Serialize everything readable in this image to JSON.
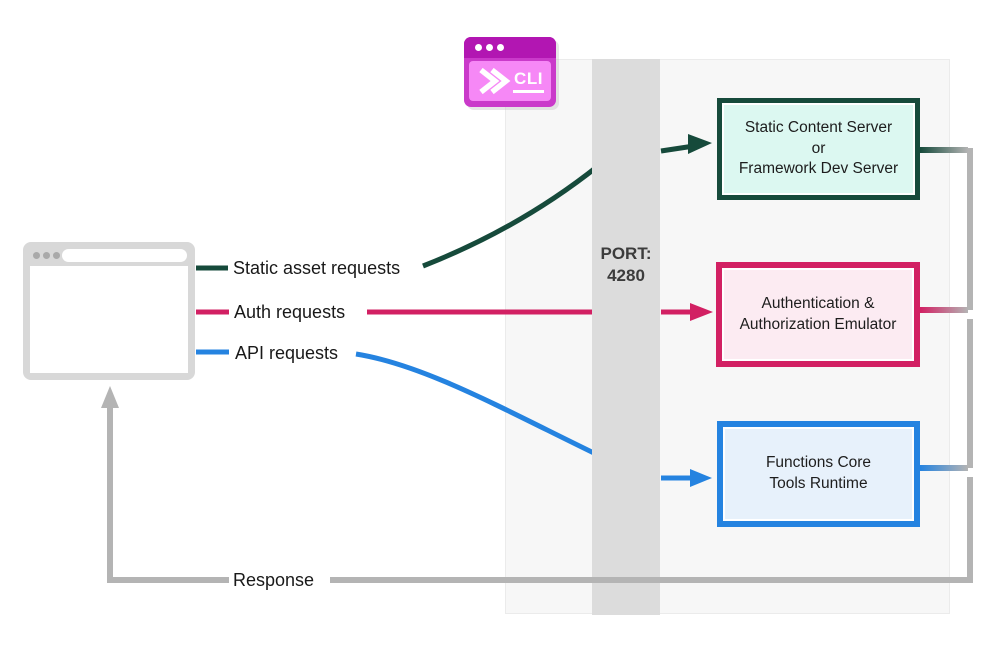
{
  "colors": {
    "green": "#164a3b",
    "green_fill": "#dcf8f1",
    "pink": "#d22063",
    "pink_fill": "#fcebf2",
    "blue": "#2583e0",
    "blue_fill": "#e7f1fb",
    "gray_line": "#b4b4b4",
    "panel_bg": "#f7f7f7",
    "bar_bg": "#dcdcdc",
    "magenta_title": "#b216b2",
    "magenta_frame": "#ca3aca",
    "magenta_inner": "#f688f6",
    "browser_gray": "#d8d8d8"
  },
  "cli_icon": {
    "label": "CLI"
  },
  "port_bar": {
    "label_line1": "PORT:",
    "label_line2": "4280"
  },
  "request_labels": {
    "static_asset": "Static asset requests",
    "auth": "Auth requests",
    "api": "API requests",
    "response": "Response"
  },
  "boxes": {
    "static_server": {
      "lines": [
        "Static Content Server",
        "or",
        "Framework Dev Server"
      ]
    },
    "auth_emulator": {
      "lines": [
        "Authentication &",
        "Authorization Emulator"
      ]
    },
    "functions_runtime": {
      "lines": [
        "Functions Core",
        "Tools Runtime"
      ]
    }
  }
}
